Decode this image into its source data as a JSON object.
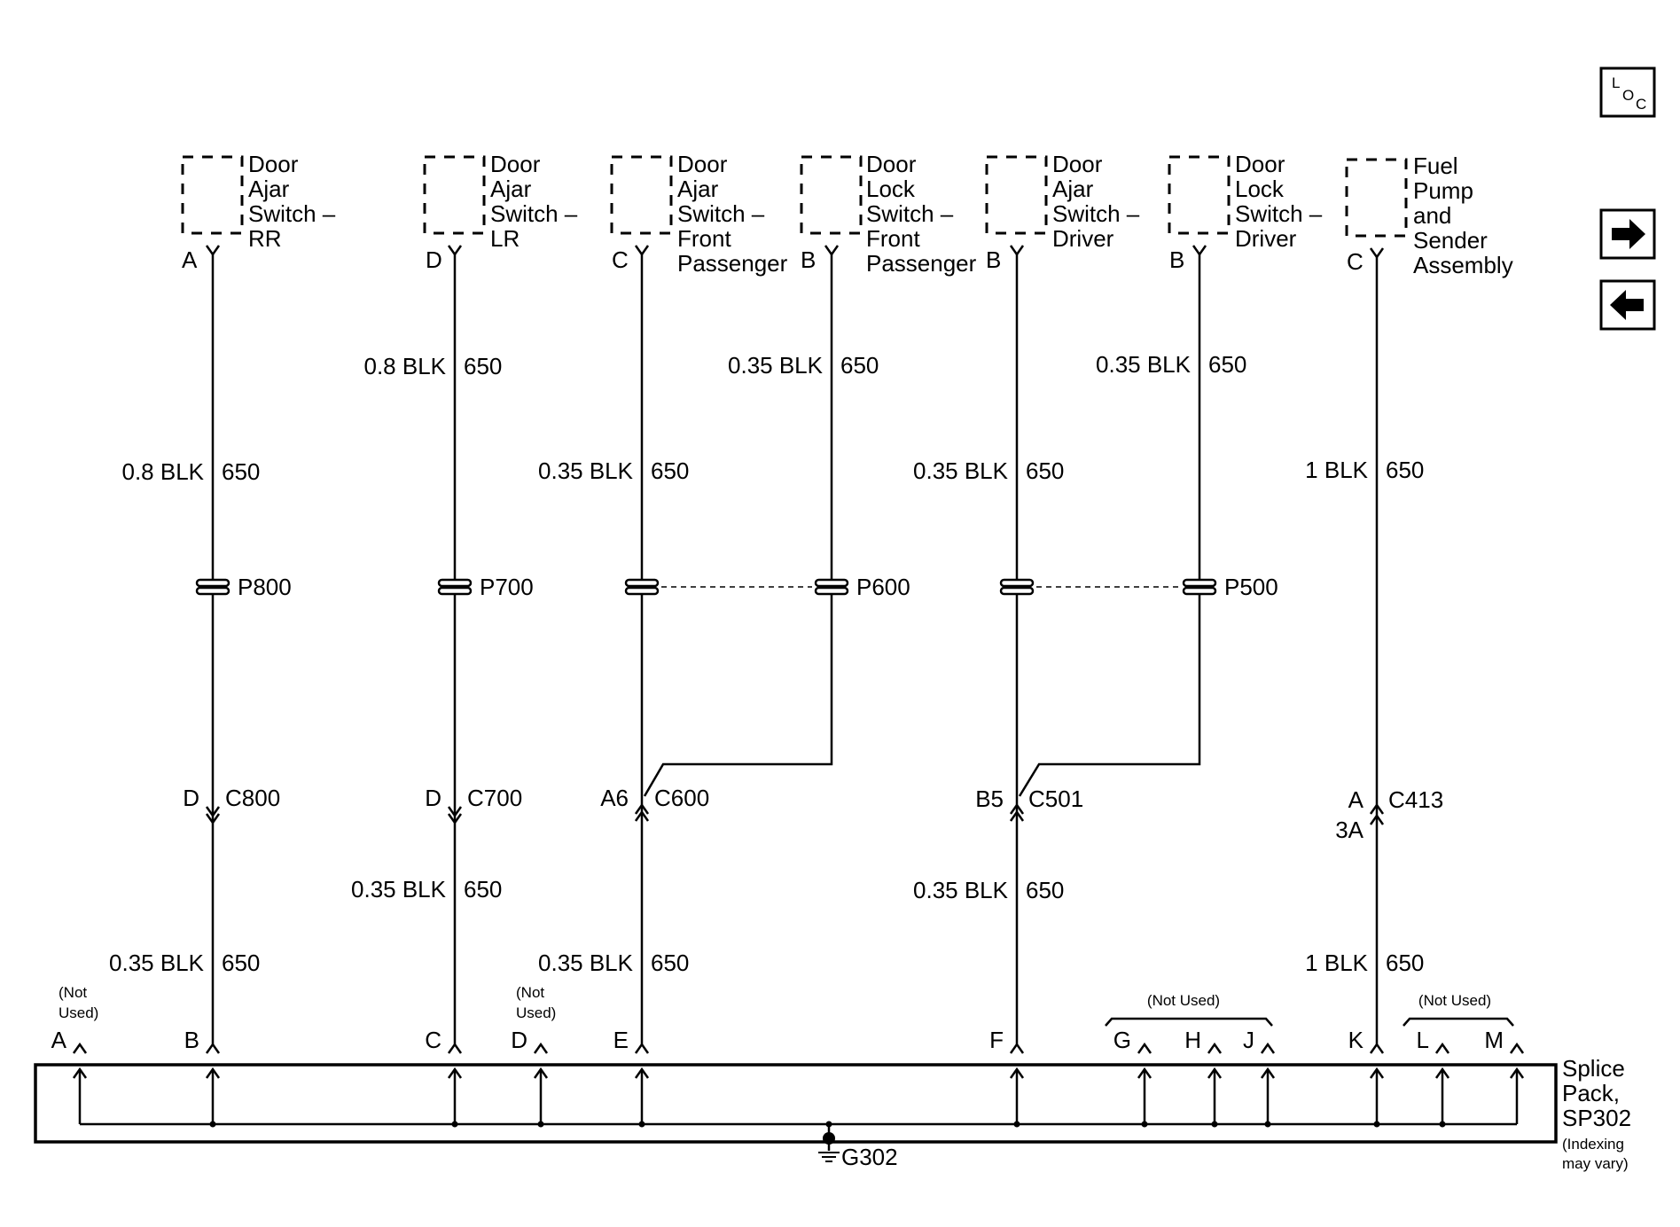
{
  "nav": {
    "loc_main": "L",
    "loc_o": "O",
    "loc_c": "C"
  },
  "components": [
    {
      "line1": "Door",
      "line2": "Ajar",
      "line3": "Switch –",
      "line4": "RR",
      "line5": "",
      "pin": "A"
    },
    {
      "line1": "Door",
      "line2": "Ajar",
      "line3": "Switch –",
      "line4": "LR",
      "line5": "",
      "pin": "D"
    },
    {
      "line1": "Door",
      "line2": "Ajar",
      "line3": "Switch –",
      "line4": "Front",
      "line5": "Passenger",
      "pin": "C"
    },
    {
      "line1": "Door",
      "line2": "Lock",
      "line3": "Switch –",
      "line4": "Front",
      "line5": "Passenger",
      "pin": "B"
    },
    {
      "line1": "Door",
      "line2": "Ajar",
      "line3": "Switch –",
      "line4": "Driver",
      "line5": "",
      "pin": "B"
    },
    {
      "line1": "Door",
      "line2": "Lock",
      "line3": "Switch –",
      "line4": "Driver",
      "line5": "",
      "pin": "B"
    },
    {
      "line1": "Fuel",
      "line2": "Pump",
      "line3": "and",
      "line4": "Sender",
      "line5": "Assembly",
      "pin": "C"
    }
  ],
  "wires": {
    "rr_upper": {
      "gauge": "0.8 BLK",
      "circuit": "650"
    },
    "lr_top": {
      "gauge": "0.8 BLK",
      "circuit": "650"
    },
    "fplock_top": {
      "gauge": "0.35 BLK",
      "circuit": "650"
    },
    "drvlock_top": {
      "gauge": "0.35 BLK",
      "circuit": "650"
    },
    "fpajar_upper": {
      "gauge": "0.35 BLK",
      "circuit": "650"
    },
    "drvajar_upper": {
      "gauge": "0.35 BLK",
      "circuit": "650"
    },
    "fuel_upper": {
      "gauge": "1 BLK",
      "circuit": "650"
    },
    "lr_lower": {
      "gauge": "0.35 BLK",
      "circuit": "650"
    },
    "drv_lower": {
      "gauge": "0.35 BLK",
      "circuit": "650"
    },
    "rr_lower": {
      "gauge": "0.35 BLK",
      "circuit": "650"
    },
    "fp_lower": {
      "gauge": "0.35 BLK",
      "circuit": "650"
    },
    "fuel_lower": {
      "gauge": "1 BLK",
      "circuit": "650"
    }
  },
  "splices": {
    "p800": "P800",
    "p700": "P700",
    "p600": "P600",
    "p500": "P500"
  },
  "connectors": {
    "c800": {
      "name": "C800",
      "pin": "D"
    },
    "c700": {
      "name": "C700",
      "pin": "D"
    },
    "c600": {
      "name": "C600",
      "pin": "A6"
    },
    "c501": {
      "name": "C501",
      "pin": "B5"
    },
    "c413": {
      "name": "C413",
      "pin": "A",
      "pin2": "3A"
    }
  },
  "splice_pack": {
    "line1": "Splice",
    "line2": "Pack,",
    "line3": "SP302",
    "note1": "(Indexing",
    "note2": "may vary)",
    "pins": [
      "A",
      "B",
      "C",
      "D",
      "E",
      "F",
      "G",
      "H",
      "J",
      "K",
      "L",
      "M"
    ],
    "not_used_a1": "(Not",
    "not_used_a2": "Used)",
    "not_used_d1": "(Not",
    "not_used_d2": "Used)",
    "not_used_ghj": "(Not Used)",
    "not_used_lm": "(Not Used)"
  },
  "ground": {
    "label": "G302"
  }
}
